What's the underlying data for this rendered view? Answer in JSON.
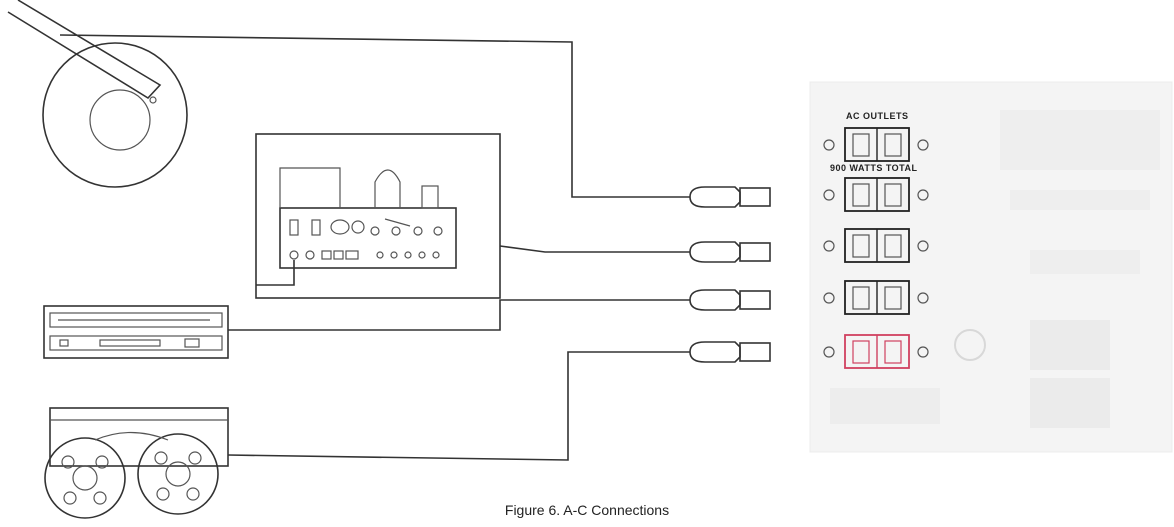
{
  "figure": {
    "caption": "Figure 6.  A-C Connections"
  },
  "panel": {
    "label_top": "AC OUTLETS",
    "label_bottom": "900 WATTS TOTAL",
    "highlight_color": "#d04060"
  },
  "devices": {
    "turntable": "turntable",
    "amplifier": "amplifier",
    "tuner": "tuner",
    "tape_deck": "reel-to-reel tape deck"
  }
}
